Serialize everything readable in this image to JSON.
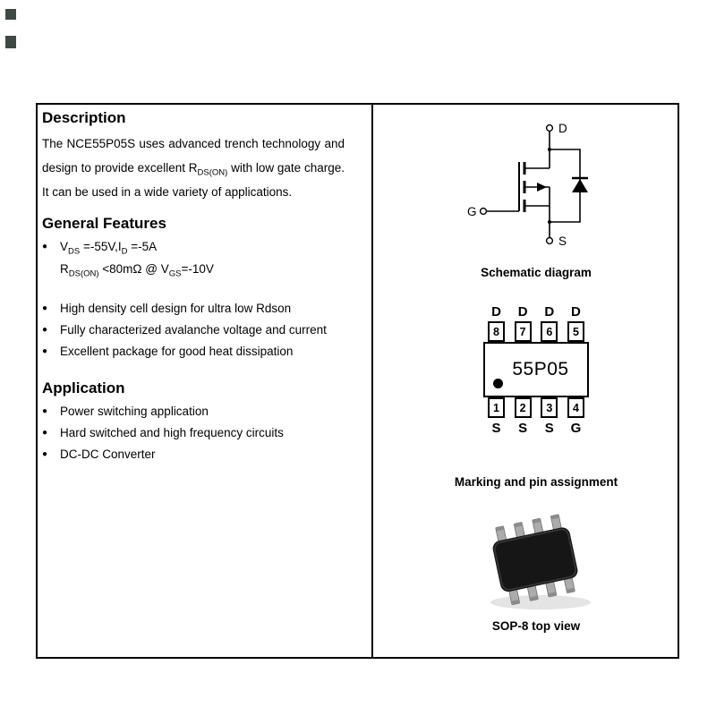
{
  "ui": {
    "bullet": "●"
  },
  "left": {
    "description": {
      "title": "Description",
      "text_parts": [
        {
          "t": "The NCE55P05S uses advanced trench technology and design to provide excellent R"
        },
        {
          "t": "DS(ON)",
          "sub": true
        },
        {
          "t": " with low gate charge. It can be used in a wide variety of applications."
        }
      ]
    },
    "features": {
      "title": "General Features",
      "line1_parts": [
        {
          "t": "V"
        },
        {
          "t": "DS",
          "sub": true
        },
        {
          "t": " =-55V,I"
        },
        {
          "t": "D",
          "sub": true
        },
        {
          "t": " =-5A"
        }
      ],
      "line2_parts": [
        {
          "t": "R"
        },
        {
          "t": "DS(ON)",
          "sub": true
        },
        {
          "t": " <80mΩ @ V"
        },
        {
          "t": "GS",
          "sub": true
        },
        {
          "t": "=-10V"
        }
      ],
      "bullets": [
        "High density cell design for ultra low Rdson",
        "Fully characterized avalanche voltage and current",
        "Excellent package for good heat dissipation"
      ]
    },
    "application": {
      "title": "Application",
      "bullets": [
        "Power switching application",
        "Hard switched and high frequency circuits",
        "DC-DC Converter"
      ]
    }
  },
  "right": {
    "schematic": {
      "caption": "Schematic diagram",
      "drain_label": "D",
      "gate_label": "G",
      "source_label": "S"
    },
    "pins": {
      "caption": "Marking and pin assignment",
      "top_labels": [
        "D",
        "D",
        "D",
        "D"
      ],
      "top_numbers": [
        "8",
        "7",
        "6",
        "5"
      ],
      "marking": "55P05",
      "bottom_numbers": [
        "1",
        "2",
        "3",
        "4"
      ],
      "bottom_labels": [
        "S",
        "S",
        "S",
        "G"
      ]
    },
    "package": {
      "caption": "SOP-8 top view"
    }
  },
  "colors": {
    "text": "#000000",
    "border": "#000000",
    "package_body": "#161616",
    "package_lead": "#ababab"
  }
}
